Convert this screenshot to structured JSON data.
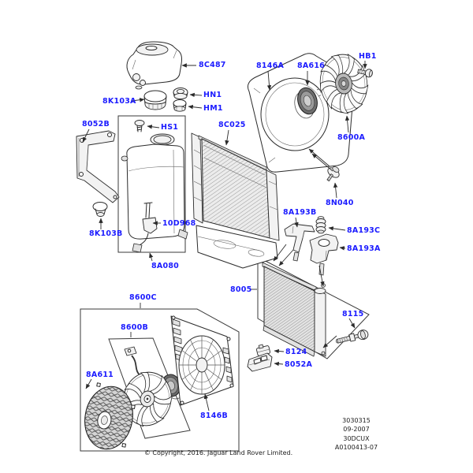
{
  "diagram": {
    "accent_color": "#1b1bff",
    "line_color": "#2b2b2b",
    "background_color": "#ffffff",
    "callouts": [
      {
        "label": "8C487"
      },
      {
        "label": "8K103A"
      },
      {
        "label": "HN1"
      },
      {
        "label": "HM1"
      },
      {
        "label": "8052B"
      },
      {
        "label": "HS1"
      },
      {
        "label": "8C025"
      },
      {
        "label": "8146A"
      },
      {
        "label": "8A616"
      },
      {
        "label": "HB1"
      },
      {
        "label": "8600A"
      },
      {
        "label": "8N040"
      },
      {
        "label": "8A193B"
      },
      {
        "label": "8A193C"
      },
      {
        "label": "8A193A"
      },
      {
        "label": "10D968"
      },
      {
        "label": "8K103B"
      },
      {
        "label": "8A080"
      },
      {
        "label": "8005"
      },
      {
        "label": "8115"
      },
      {
        "label": "8124"
      },
      {
        "label": "8052A"
      },
      {
        "label": "8600C"
      },
      {
        "label": "8600B"
      },
      {
        "label": "8A611"
      },
      {
        "label": "8146B"
      }
    ]
  },
  "plate": {
    "lines": [
      "3030315",
      "09-2007",
      "30DCUX",
      "A0100413-07"
    ]
  },
  "footer": {
    "copyright": "© Copyright, 2016. Jaguar Land Rover Limited."
  }
}
